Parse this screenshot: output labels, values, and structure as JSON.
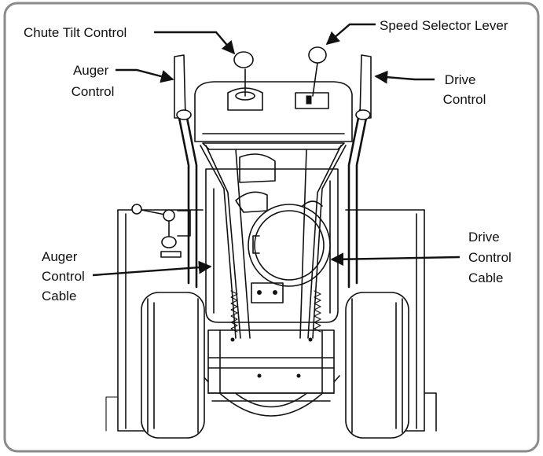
{
  "labels": {
    "chute_tilt_control": "Chute Tilt Control",
    "speed_selector_lever": "Speed Selector Lever",
    "auger_control": [
      "Auger",
      "Control"
    ],
    "drive_control": [
      "Drive",
      "Control"
    ],
    "auger_control_cable": [
      "Auger",
      "Control",
      "Cable"
    ],
    "drive_control_cable": [
      "Drive",
      "Control",
      "Cable"
    ]
  }
}
